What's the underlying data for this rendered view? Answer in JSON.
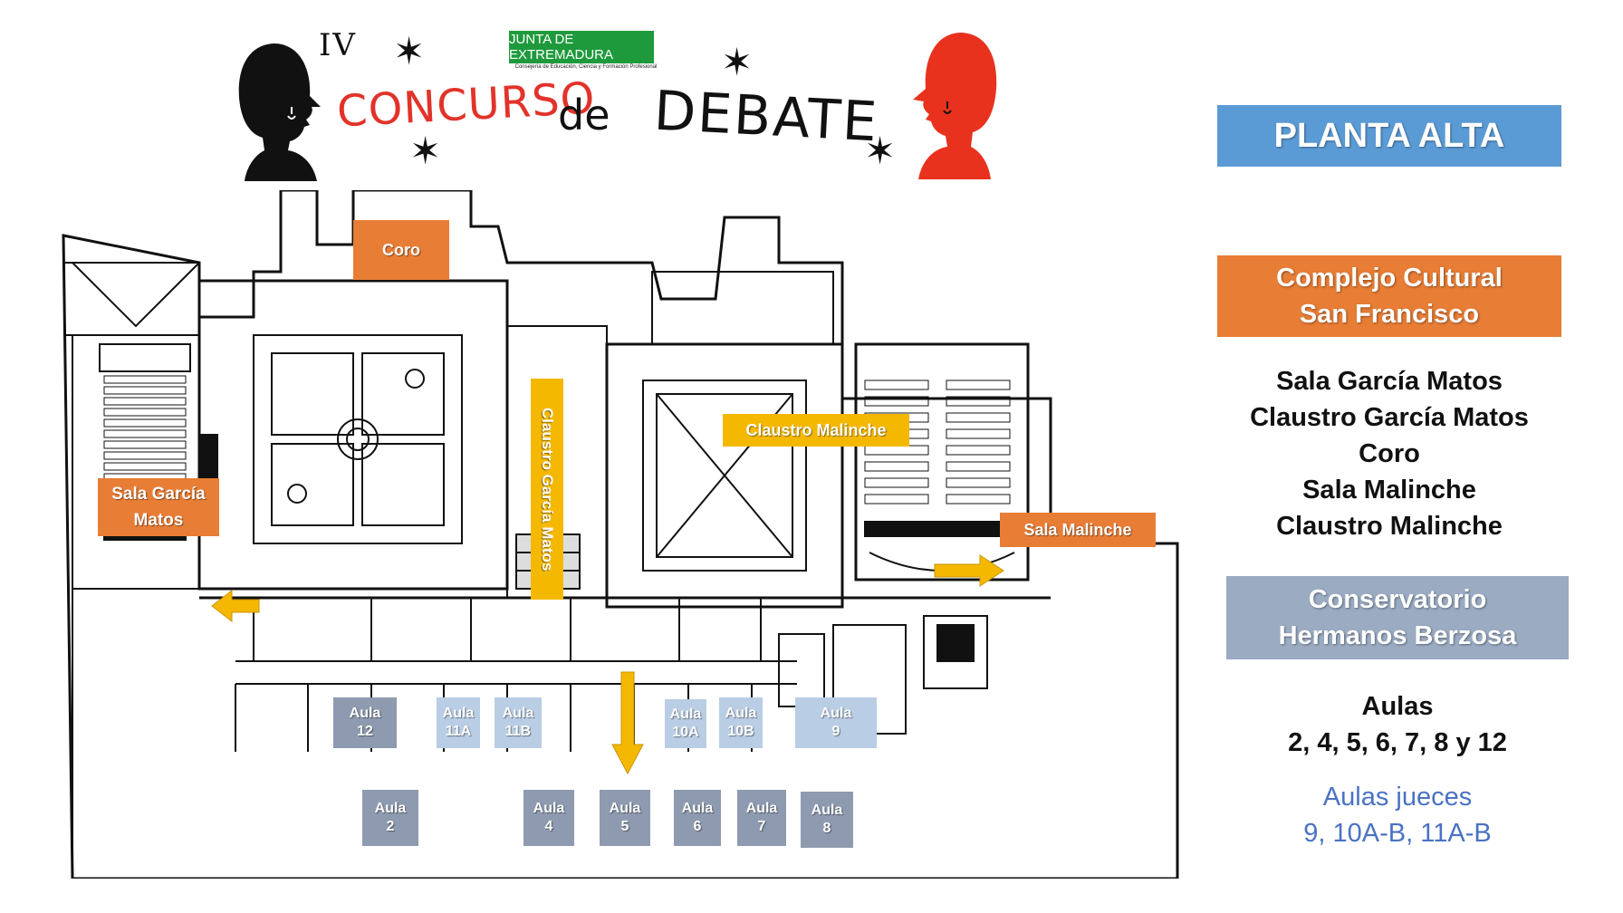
{
  "header": {
    "title_iv": "IV",
    "title_concurso": "CONCURSO",
    "title_de": "de",
    "title_debate": "DEBATE",
    "junta_logo": "JUNTA DE EXTREMADURA",
    "junta_sub": "Consejería de Educación, Ciencia y Formación Profesional"
  },
  "plan_labels": {
    "coro": "Coro",
    "claustro_garcia": "Claustro García Matos",
    "claustro_malinche": "Claustro Malinche",
    "sala_garcia_1": "Sala García",
    "sala_garcia_2": "Matos",
    "sala_malinche": "Sala Malinche"
  },
  "aulas": [
    {
      "l1": "Aula",
      "l2": "12",
      "kind": "dark"
    },
    {
      "l1": "Aula",
      "l2": "11A",
      "kind": "light"
    },
    {
      "l1": "Aula",
      "l2": "11B",
      "kind": "light"
    },
    {
      "l1": "Aula",
      "l2": "10A",
      "kind": "light"
    },
    {
      "l1": "Aula",
      "l2": "10B",
      "kind": "light"
    },
    {
      "l1": "Aula",
      "l2": "9",
      "kind": "light"
    },
    {
      "l1": "Aula",
      "l2": "2",
      "kind": "dark"
    },
    {
      "l1": "Aula",
      "l2": "4",
      "kind": "dark"
    },
    {
      "l1": "Aula",
      "l2": "5",
      "kind": "dark"
    },
    {
      "l1": "Aula",
      "l2": "6",
      "kind": "dark"
    },
    {
      "l1": "Aula",
      "l2": "7",
      "kind": "dark"
    },
    {
      "l1": "Aula",
      "l2": "8",
      "kind": "dark"
    }
  ],
  "panel": {
    "planta": "PLANTA ALTA",
    "complejo_1": "Complejo Cultural",
    "complejo_2": "San Francisco",
    "salas": [
      "Sala García Matos",
      "Claustro García Matos",
      "Coro",
      "Sala Malinche",
      "Claustro Malinche"
    ],
    "conserv_1": "Conservatorio",
    "conserv_2": "Hermanos Berzosa",
    "aulas_1": "Aulas",
    "aulas_2": "2, 4, 5, 6, 7, 8 y 12",
    "jueces_1": "Aulas jueces",
    "jueces_2": "9, 10A-B, 11A-B"
  },
  "colors": {
    "orange": "#e87d35",
    "yellow": "#f5b800",
    "blue": "#5b9bd5",
    "grey_blue": "#9aabc2",
    "aula_dark": "#8e9aaf",
    "aula_light": "#b9cde4",
    "red_head": "#e8321e"
  }
}
